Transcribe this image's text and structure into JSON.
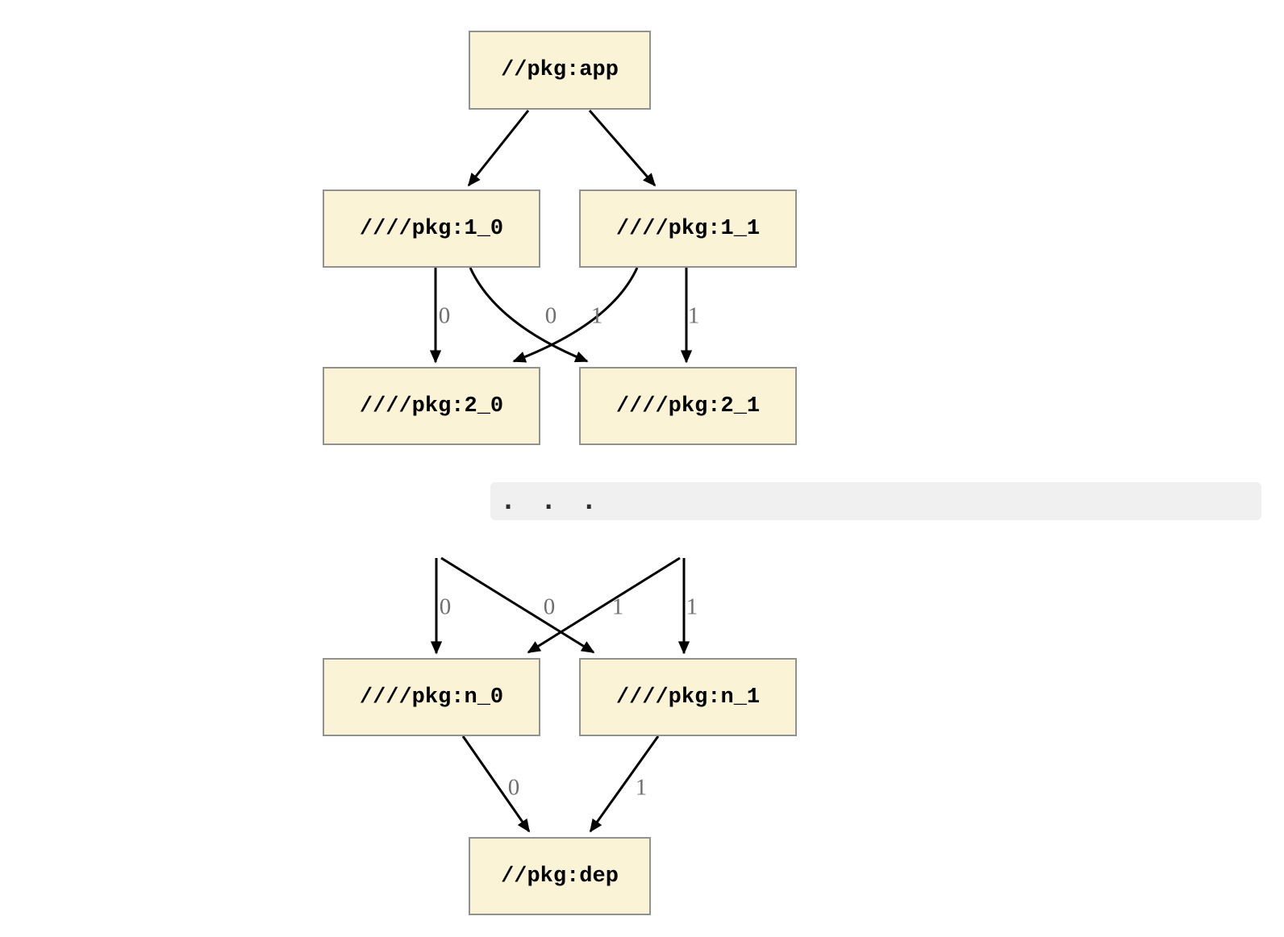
{
  "graph": {
    "nodes": {
      "app": {
        "label": "//pkg:app"
      },
      "v1_0": {
        "label": "////pkg:1_0"
      },
      "v1_1": {
        "label": "////pkg:1_1"
      },
      "v2_0": {
        "label": "////pkg:2_0"
      },
      "v2_1": {
        "label": "////pkg:2_1"
      },
      "vn_0": {
        "label": "////pkg:n_0"
      },
      "vn_1": {
        "label": "////pkg:n_1"
      },
      "dep": {
        "label": "//pkg:dep"
      }
    },
    "edges": [
      {
        "from": "//pkg:app",
        "to": "////pkg:1_0",
        "label": ""
      },
      {
        "from": "//pkg:app",
        "to": "////pkg:1_1",
        "label": ""
      },
      {
        "from": "////pkg:1_0",
        "to": "////pkg:2_0",
        "label": "0"
      },
      {
        "from": "////pkg:1_1",
        "to": "////pkg:2_0",
        "label": "0"
      },
      {
        "from": "////pkg:1_0",
        "to": "////pkg:2_1",
        "label": "1"
      },
      {
        "from": "////pkg:1_1",
        "to": "////pkg:2_1",
        "label": "1"
      },
      {
        "from": "...",
        "to": "////pkg:n_0",
        "label": "0"
      },
      {
        "from": "...",
        "to": "////pkg:n_0",
        "label": "0"
      },
      {
        "from": "...",
        "to": "////pkg:n_1",
        "label": "1"
      },
      {
        "from": "...",
        "to": "////pkg:n_1",
        "label": "1"
      },
      {
        "from": "////pkg:n_0",
        "to": "//pkg:dep",
        "label": "0"
      },
      {
        "from": "////pkg:n_1",
        "to": "//pkg:dep",
        "label": "1"
      }
    ],
    "ellipsis": ". . .",
    "colors": {
      "node_fill": "#fbf3d6",
      "node_border": "#8f928f",
      "edge": "#000000",
      "edge_label": "#6f6f6f",
      "band_background": "#f0f0f0",
      "node_text": "#000000",
      "page_background": "#ffffff"
    }
  }
}
